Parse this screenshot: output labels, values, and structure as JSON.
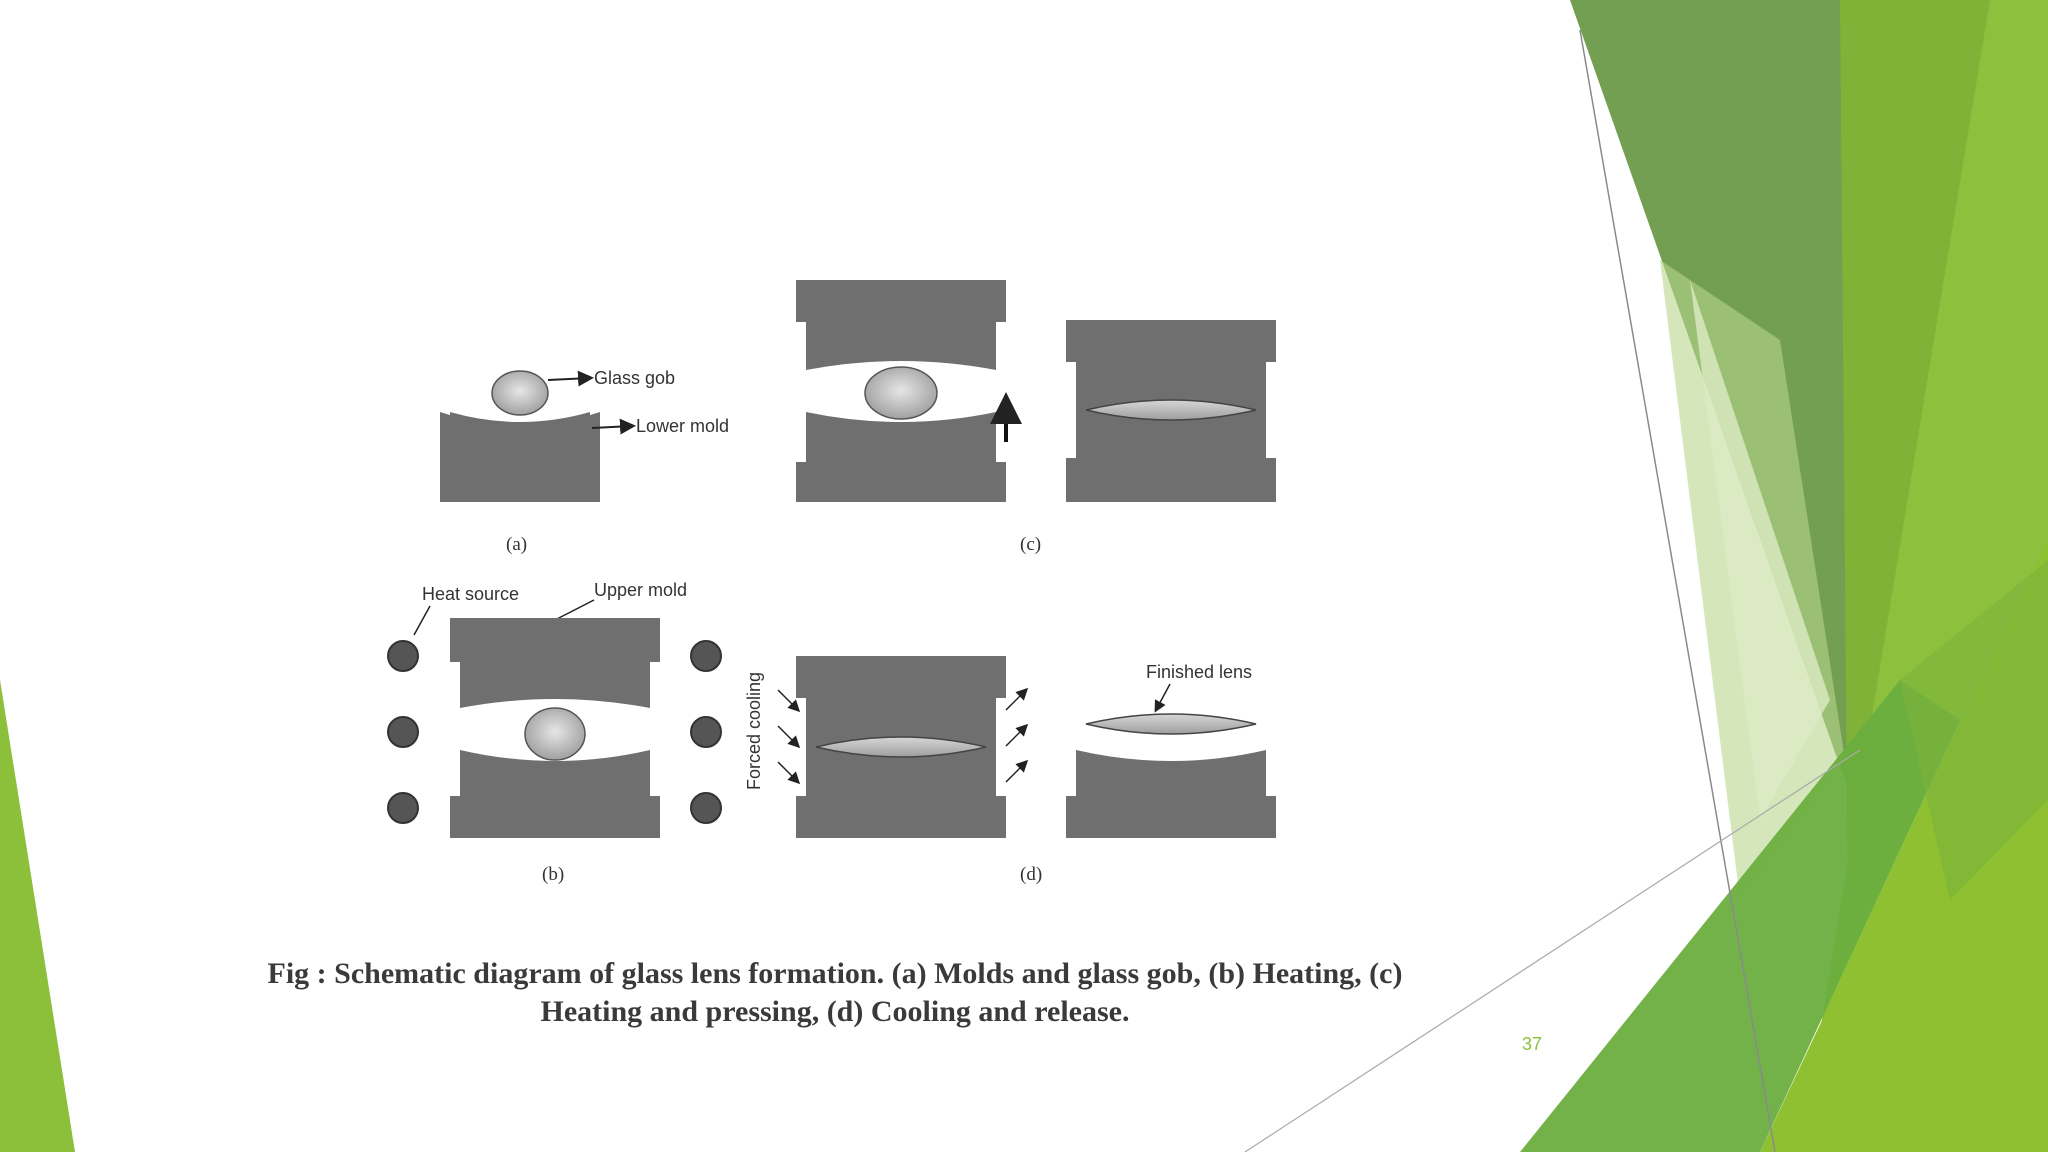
{
  "diagram": {
    "labels": {
      "glass_gob": "Glass gob",
      "lower_mold": "Lower mold",
      "heat_source": "Heat source",
      "upper_mold": "Upper mold",
      "forced_cooling": "Forced cooling",
      "finished_lens": "Finished lens"
    },
    "panels": {
      "a": "(a)",
      "b": "(b)",
      "c": "(c)",
      "d": "(d)"
    }
  },
  "caption": {
    "line1": "Fig : Schematic diagram of glass lens formation. (a) Molds and glass gob, (b) Heating, (c)",
    "line2": "Heating and pressing, (d) Cooling and release."
  },
  "page_number": "37",
  "colors": {
    "mold": "#6f6f70",
    "accent_green": "#8cbf3a",
    "dark_green": "#5e8f32"
  }
}
